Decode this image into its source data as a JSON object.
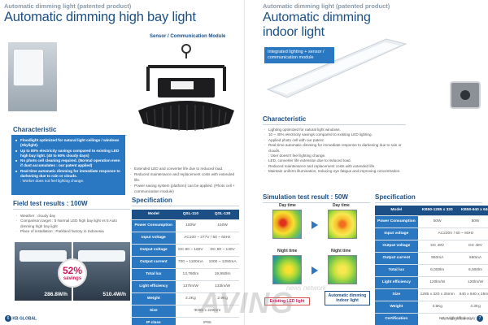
{
  "left": {
    "tag": "Automatic dimming light (patented product)",
    "title": "Automatic dimming high bay light",
    "module_label": "Sensor / Communication Module",
    "characteristic": {
      "heading": "Characteristic",
      "items": [
        {
          "text": "Floodlight optimized for natural light ceilings / windows (Skylight).",
          "sub": false
        },
        {
          "text": "Up to 80% electricity savings compared to existing LED high bay light. (40 to 60% cloudy days)",
          "sub": false
        },
        {
          "text": "No photo cell cleaning required. (Normal operation even if dust accumulates : our patent applied)",
          "sub": false
        },
        {
          "text": "Real-time automatic dimming for immediate response to darkening due to rain or clouds.",
          "sub": false
        },
        {
          "text": ": Worker does not feel lighting change.",
          "sub": true
        }
      ]
    },
    "features": [
      "Extended LED and converter life due to reduced load.",
      "Reduced maintenance and replacement costs with extended life.",
      "Power saving system (platform) can be applied. (Photo cell + communication module)"
    ],
    "field_test": {
      "heading": "Field test results : 100W",
      "items": [
        "Weather : cloudy day",
        "Comparison target : 5 Normal LED high bay light vs 5 Auto dimming high bay light",
        "Place of installation : Parkland factory in Indonesia"
      ],
      "before": "286.8W/h",
      "after": "510.4W/h",
      "savings_pct": "52%",
      "savings_label": "savings"
    },
    "spec": {
      "heading": "Specification",
      "columns": [
        "Model",
        "QSL-110",
        "QSL-130"
      ],
      "rows": [
        [
          "Power Consumption",
          "100W",
          "150W"
        ],
        [
          "Input voltage",
          "AC100 ~ 277V / 50 ~ 60Hz",
          ""
        ],
        [
          "Output voltage",
          "DC 80 ~ 160V",
          "DC 80 ~ 130V"
        ],
        [
          "Output current",
          "700 ~ 1100mA",
          "1000 ~ 1350mA"
        ],
        [
          "Total lux",
          "13,760lm",
          "19,950lm"
        ],
        [
          "Light efficiency",
          "137lm/W",
          "133lm/W"
        ],
        [
          "Weight",
          "2.2Kg",
          "2.9Kg"
        ],
        [
          "Size",
          "Φ380 x 220mm",
          ""
        ],
        [
          "IP class",
          "IP65",
          ""
        ]
      ]
    },
    "footer": {
      "page": "6",
      "brand": "KB GLOBAL"
    }
  },
  "right": {
    "tag": "Automatic dimming light (patented product)",
    "title": "Automatic dimming indoor light",
    "integrated": "Integrated lighting + sensor / communication module",
    "characteristic": {
      "heading": "Characteristic",
      "items": [
        {
          "text": "Lighting optimized for natural light windows.",
          "sub": false
        },
        {
          "text": "10 ~ 40% electricity savings compared to existing LED lighting.",
          "sub": false
        },
        {
          "text": "Applied photo cell with our patent.",
          "sub": false
        },
        {
          "text": "Real-time automatic dimming for immediate response to darkening due to rain or clouds.",
          "sub": false
        },
        {
          "text": ": User doesn't feel lighting change.",
          "sub": true
        },
        {
          "text": "LED, converter life extension due to reduced load.",
          "sub": false
        },
        {
          "text": "Reduced maintenance and replacement costs with extended life.",
          "sub": false
        },
        {
          "text": "Maintain uniform illumination, reducing eye fatigue and improving concentration.",
          "sub": false
        }
      ]
    },
    "simulation": {
      "heading": "Simulation test result : 50W",
      "day": "Day time",
      "night": "Night time",
      "existing": "Existing LED light",
      "auto": "Automatic dimming indoor light"
    },
    "spec": {
      "heading": "Specification",
      "columns": [
        "Model",
        "KB50-1285 x 320",
        "KB50-640 x 640"
      ],
      "rows": [
        [
          "Power Consumption",
          "50W",
          "50W"
        ],
        [
          "Input voltage",
          "AC220V / 50 ~ 60Hz",
          ""
        ],
        [
          "Output voltage",
          "DC 48V",
          "DC 48V"
        ],
        [
          "Output current",
          "950mA",
          "950mA"
        ],
        [
          "Total lux",
          "6,000lm",
          "6,000lm"
        ],
        [
          "Light efficiency",
          "120lm/W",
          "120lm/W"
        ],
        [
          "Size",
          "1285 x 320 x 25mm",
          "640 x 640 x 25mm"
        ],
        [
          "Weight",
          "4.5Kg",
          "4.3Kg"
        ],
        [
          "Certification",
          "KC, High-efficiency",
          ""
        ]
      ]
    },
    "footer": {
      "site": "www.kbglobal.co.kr",
      "page": "7"
    }
  },
  "watermark": {
    "big": "AVING",
    "small": "news network"
  },
  "colors": {
    "title": "#1c4f86",
    "accent": "#2b78c2",
    "savings": "#c91c59"
  }
}
